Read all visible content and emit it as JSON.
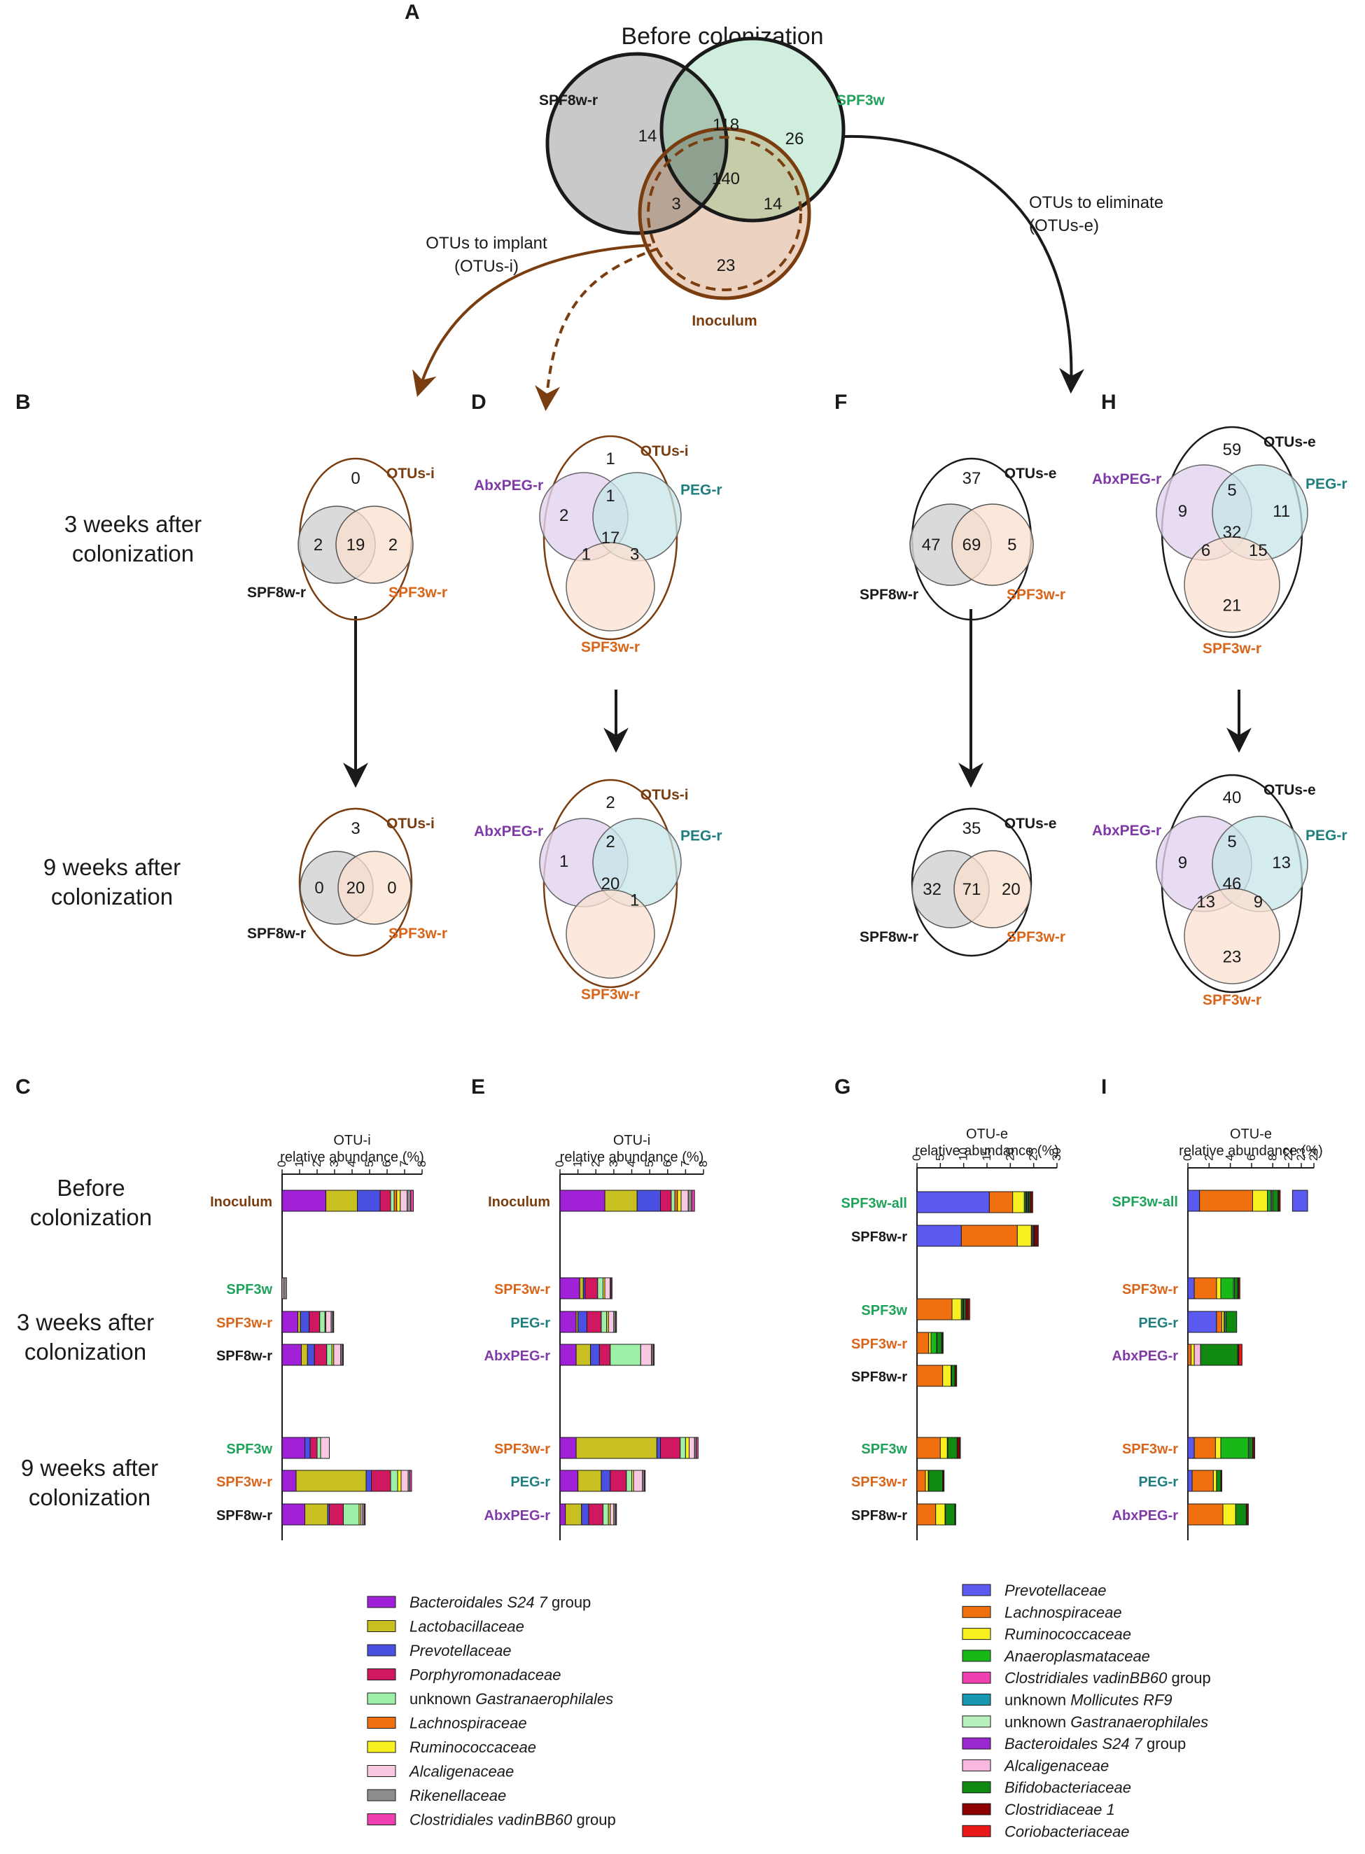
{
  "colors": {
    "black": "#1a1a1a",
    "green": "#1fa25a",
    "brown": "#7a3d10",
    "orange": "#d9651a",
    "purple": "#7f3aa8",
    "teal": "#1f7f7f",
    "gray_fill": "#c9c9c9",
    "green_fill": "#cfeedd",
    "peach_fill": "#fbe0d0",
    "lav_fill": "#e6d8ef",
    "teal_fill": "#cfe8ea"
  },
  "panel_letters": [
    "A",
    "B",
    "C",
    "D",
    "E",
    "F",
    "G",
    "H",
    "I"
  ],
  "row_labels": {
    "three_weeks": [
      "3 weeks after",
      "colonization"
    ],
    "nine_weeks": [
      "9 weeks after",
      "colonization"
    ],
    "before": [
      "Before",
      "colonization"
    ]
  },
  "panel_a": {
    "title": "Before colonization",
    "sets": {
      "spf8wr": "SPF8w-r",
      "spf3w": "SPF3w",
      "inoculum": "Inoculum"
    },
    "counts": [
      "14",
      "118",
      "26",
      "140",
      "3",
      "14",
      "23"
    ],
    "arrow_i": [
      "OTUs to implant",
      "(OTUs-i)"
    ],
    "arrow_e": [
      "OTUs to eliminate",
      "(OTUs-e)"
    ]
  },
  "venn2": {
    "b_top": {
      "outer": "OTUs-i",
      "left": "SPF8w-r",
      "right": "SPF3w-r",
      "counts": [
        "0",
        "2",
        "19",
        "2"
      ]
    },
    "b_bot": {
      "outer": "OTUs-i",
      "left": "SPF8w-r",
      "right": "SPF3w-r",
      "counts": [
        "3",
        "0",
        "20",
        "0"
      ]
    },
    "f_top": {
      "outer": "OTUs-e",
      "left": "SPF8w-r",
      "right": "SPF3w-r",
      "counts": [
        "37",
        "47",
        "69",
        "5"
      ]
    },
    "f_bot": {
      "outer": "OTUs-e",
      "left": "SPF8w-r",
      "right": "SPF3w-r",
      "counts": [
        "35",
        "32",
        "71",
        "20"
      ]
    }
  },
  "venn3": {
    "d_top": {
      "outer": "OTUs-i",
      "a": "AbxPEG-r",
      "b": "PEG-r",
      "c": "SPF3w-r",
      "counts": [
        "1",
        "2",
        "1",
        "",
        "17",
        "1",
        "3",
        ""
      ]
    },
    "d_bot": {
      "outer": "OTUs-i",
      "a": "AbxPEG-r",
      "b": "PEG-r",
      "c": "SPF3w-r",
      "counts": [
        "2",
        "1",
        "2",
        "",
        "20",
        "",
        "1",
        ""
      ]
    },
    "h_top": {
      "outer": "OTUs-e",
      "a": "AbxPEG-r",
      "b": "PEG-r",
      "c": "SPF3w-r",
      "counts": [
        "59",
        "9",
        "5",
        "11",
        "32",
        "6",
        "15",
        "21"
      ]
    },
    "h_bot": {
      "outer": "OTUs-e",
      "a": "AbxPEG-r",
      "b": "PEG-r",
      "c": "SPF3w-r",
      "counts": [
        "40",
        "9",
        "5",
        "13",
        "46",
        "13",
        "9",
        "23"
      ]
    }
  },
  "chart_data": [
    {
      "type": "bar",
      "panel": "C",
      "orientation": "horizontal",
      "stacked": true,
      "xlabel": [
        "OTU-i",
        "relative abundance (%)"
      ],
      "xlim": [
        0,
        8
      ],
      "ticks": [
        "0",
        "1",
        "2",
        "3",
        "4",
        "5",
        "6",
        "7",
        "8"
      ],
      "categories": [
        "Inoculum",
        "SPF3w",
        "SPF3w-r",
        "SPF8w-r",
        "SPF3w",
        "SPF3w-r",
        "SPF8w-r"
      ],
      "series": [
        {
          "name": "Bacteroidales S24 7 group",
          "color": "#a020d8",
          "values": [
            2.5,
            0,
            0.9,
            1.1,
            1.3,
            0.8,
            1.3
          ]
        },
        {
          "name": "Lactobacillaceae",
          "color": "#c8c020",
          "values": [
            1.8,
            0,
            0.15,
            0.35,
            0,
            4.0,
            1.3
          ]
        },
        {
          "name": "Prevotellaceae",
          "color": "#4a50e0",
          "values": [
            1.3,
            0,
            0.5,
            0.4,
            0.3,
            0.3,
            0.1
          ]
        },
        {
          "name": "Porphyromonadaceae",
          "color": "#d01860",
          "values": [
            0.6,
            0,
            0.6,
            0.7,
            0.4,
            1.1,
            0.8
          ]
        },
        {
          "name": "unknown Gastranaerophilales",
          "color": "#9ef0a8",
          "values": [
            0.2,
            0,
            0.3,
            0.3,
            0.2,
            0.4,
            0.9
          ]
        },
        {
          "name": "Lachnospiraceae",
          "color": "#f07010",
          "values": [
            0.15,
            0,
            0.05,
            0,
            0,
            0,
            0
          ]
        },
        {
          "name": "Ruminococcaceae",
          "color": "#f8f020",
          "values": [
            0.2,
            0,
            0,
            0.1,
            0,
            0.2,
            0.1
          ]
        },
        {
          "name": "Alcaligenaceae",
          "color": "#f8c8e0",
          "values": [
            0.4,
            0.1,
            0.3,
            0.4,
            0.5,
            0.4,
            0.1
          ]
        },
        {
          "name": "Rikenellaceae",
          "color": "#8c8c8c",
          "values": [
            0.2,
            0.15,
            0.1,
            0.1,
            0,
            0.1,
            0.1
          ]
        },
        {
          "name": "Clostridiales vadinBB60 group",
          "color": "#f040b0",
          "values": [
            0.15,
            0,
            0.05,
            0.05,
            0,
            0.1,
            0.05
          ]
        }
      ]
    },
    {
      "type": "bar",
      "panel": "E",
      "orientation": "horizontal",
      "stacked": true,
      "xlabel": [
        "OTU-i",
        "relative abundance (%)"
      ],
      "xlim": [
        0,
        8
      ],
      "ticks": [
        "0",
        "1",
        "2",
        "3",
        "4",
        "5",
        "6",
        "7",
        "8"
      ],
      "categories": [
        "Inoculum",
        "SPF3w-r",
        "PEG-r",
        "AbxPEG-r",
        "SPF3w-r",
        "PEG-r",
        "AbxPEG-r"
      ],
      "series": [
        {
          "name": "Bacteroidales S24 7 group",
          "values": [
            2.5,
            1.1,
            0.9,
            0.9,
            0.9,
            1.0,
            0.3
          ]
        },
        {
          "name": "Lactobacillaceae",
          "values": [
            1.8,
            0.2,
            0.1,
            0.8,
            4.5,
            1.3,
            0.9
          ]
        },
        {
          "name": "Prevotellaceae",
          "values": [
            1.3,
            0.1,
            0.5,
            0.5,
            0.2,
            0.5,
            0.4
          ]
        },
        {
          "name": "Porphyromonadaceae",
          "values": [
            0.6,
            0.7,
            0.8,
            0.6,
            1.1,
            0.9,
            0.8
          ]
        },
        {
          "name": "unknown Gastranaerophilales",
          "values": [
            0.2,
            0.3,
            0.3,
            1.7,
            0.3,
            0.3,
            0.3
          ]
        },
        {
          "name": "Lachnospiraceae",
          "values": [
            0.15,
            0,
            0,
            0,
            0,
            0,
            0
          ]
        },
        {
          "name": "Ruminococcaceae",
          "values": [
            0.2,
            0.1,
            0.1,
            0,
            0.2,
            0.1,
            0.1
          ]
        },
        {
          "name": "Alcaligenaceae",
          "values": [
            0.4,
            0.3,
            0.3,
            0.6,
            0.3,
            0.5,
            0.2
          ]
        },
        {
          "name": "Rikenellaceae",
          "values": [
            0.2,
            0.05,
            0.1,
            0.1,
            0.1,
            0.1,
            0.1
          ]
        },
        {
          "name": "Clostridiales vadinBB60 group",
          "values": [
            0.15,
            0.05,
            0.05,
            0.05,
            0.1,
            0.05,
            0.05
          ]
        }
      ]
    },
    {
      "type": "bar",
      "panel": "G",
      "orientation": "horizontal",
      "stacked": true,
      "xlabel": [
        "OTU-e",
        "relative abundance (%)"
      ],
      "xlim": [
        0,
        30
      ],
      "ticks": [
        "0",
        "5",
        "10",
        "15",
        "20",
        "25",
        "30"
      ],
      "categories": [
        "SPF3w-all",
        "SPF8w-r",
        "SPF3w",
        "SPF3w-r",
        "SPF8w-r",
        "SPF3w",
        "SPF3w-r",
        "SPF8w-r"
      ],
      "series": [
        {
          "name": "Prevotellaceae",
          "color": "#5a5af0",
          "values": [
            15.5,
            9.5,
            0,
            0,
            0,
            0,
            0,
            0
          ]
        },
        {
          "name": "Lachnospiraceae",
          "color": "#f07010",
          "values": [
            5.0,
            12.0,
            7.5,
            2.5,
            5.5,
            5.0,
            1.8,
            4.0
          ]
        },
        {
          "name": "Ruminococcaceae",
          "color": "#f8f020",
          "values": [
            2.5,
            3.0,
            2.0,
            0.5,
            1.8,
            1.5,
            0.6,
            2.0
          ]
        },
        {
          "name": "Anaeroplasmataceae",
          "color": "#18b818",
          "values": [
            0.3,
            0,
            0.3,
            1.2,
            0,
            0,
            0,
            0
          ]
        },
        {
          "name": "Clostridiales vadinBB60 group",
          "color": "#f040b0",
          "values": [
            0.1,
            0.2,
            0.1,
            0,
            0,
            0,
            0,
            0
          ]
        },
        {
          "name": "unknown Mollicutes RF9",
          "color": "#1898b0",
          "values": [
            0.1,
            0,
            0.1,
            0,
            0,
            0,
            0,
            0
          ]
        },
        {
          "name": "unknown Gastranaerophilales",
          "color": "#b8f0c0",
          "values": [
            0.2,
            0.2,
            0.2,
            0.1,
            0.1,
            0.1,
            0.1,
            0.1
          ]
        },
        {
          "name": "Bacteroidales S24 7 group",
          "color": "#9a28d0",
          "values": [
            0.1,
            0.1,
            0,
            0,
            0,
            0,
            0,
            0
          ]
        },
        {
          "name": "Alcaligenaceae",
          "color": "#f8b8e0",
          "values": [
            0.1,
            0.1,
            0,
            0,
            0,
            0,
            0,
            0
          ]
        },
        {
          "name": "Bifidobacteriaceae",
          "color": "#108a10",
          "values": [
            0.3,
            0.1,
            0.3,
            1.0,
            0.7,
            2.0,
            3.0,
            2.0
          ]
        },
        {
          "name": "Clostridiaceae 1",
          "color": "#8c0000",
          "values": [
            0.4,
            0.6,
            0.5,
            0.2,
            0.3,
            0.5,
            0.2,
            0.1
          ]
        },
        {
          "name": "Coriobacteriaceae",
          "color": "#e81818",
          "values": [
            0.2,
            0.2,
            0.3,
            0.1,
            0.1,
            0.2,
            0.1,
            0.1
          ]
        }
      ]
    },
    {
      "type": "bar",
      "panel": "I",
      "orientation": "horizontal",
      "stacked": true,
      "xlabel": [
        "OTU-e",
        "relative abundance (%)"
      ],
      "xlim": [
        0,
        24
      ],
      "axis_break": [
        9.5,
        22
      ],
      "ticks": [
        "0",
        "2",
        "4",
        "6",
        "8",
        "22",
        "23",
        "24"
      ],
      "categories": [
        "SPF3w-all",
        "SPF3w-r",
        "PEG-r",
        "AbxPEG-r",
        "SPF3w-r",
        "PEG-r",
        "AbxPEG-r"
      ],
      "series": [
        {
          "name": "Prevotellaceae",
          "values": [
            1.1,
            0.6,
            2.7,
            0,
            0.6,
            0.4,
            0
          ]
        },
        {
          "name": "Lachnospiraceae",
          "values": [
            5.0,
            2.1,
            0.5,
            0.3,
            2.0,
            2.0,
            3.3
          ]
        },
        {
          "name": "Ruminococcaceae",
          "values": [
            1.4,
            0.4,
            0.2,
            0.3,
            0.5,
            0.3,
            1.2
          ]
        },
        {
          "name": "Anaeroplasmataceae",
          "values": [
            0.3,
            1.2,
            0.1,
            0,
            2.6,
            0,
            0
          ]
        },
        {
          "name": "Clostridiales vadinBB60 group",
          "values": [
            0,
            0,
            0,
            0,
            0,
            0,
            0
          ]
        },
        {
          "name": "unknown Mollicutes RF9",
          "values": [
            0,
            0,
            0,
            0,
            0,
            0,
            0
          ]
        },
        {
          "name": "unknown Gastranaerophilales",
          "values": [
            0.1,
            0.1,
            0.1,
            0,
            0.1,
            0,
            0
          ]
        },
        {
          "name": "Bacteroidales S24 7 group",
          "values": [
            0,
            0,
            0,
            0,
            0,
            0,
            0
          ]
        },
        {
          "name": "Alcaligenaceae",
          "values": [
            0.1,
            0,
            0,
            0.6,
            0,
            0,
            0
          ]
        },
        {
          "name": "Bifidobacteriaceae",
          "values": [
            0.5,
            0.3,
            1.0,
            3.5,
            0.3,
            0.4,
            1.0
          ]
        },
        {
          "name": "Clostridiaceae 1",
          "values": [
            0.1,
            0.1,
            0,
            0.1,
            0.1,
            0.1,
            0.1
          ]
        },
        {
          "name": "Coriobacteriaceae",
          "values": [
            0.1,
            0.1,
            0,
            0.3,
            0.1,
            0,
            0.1
          ]
        }
      ],
      "break_segment": {
        "name": "Prevotellaceae",
        "from": 22.3,
        "to": 23.5,
        "row": 0
      }
    }
  ],
  "legend_left": [
    "Bacteroidales S24 7 group",
    "Lactobacillaceae",
    "Prevotellaceae",
    "Porphyromonadaceae",
    "unknown Gastranaerophilales",
    "Lachnospiraceae",
    "Ruminococcaceae",
    "Alcaligenaceae",
    "Rikenellaceae",
    "Clostridiales vadinBB60 group"
  ],
  "legend_right": [
    "Prevotellaceae",
    "Lachnospiraceae",
    "Ruminococcaceae",
    "Anaeroplasmataceae",
    "Clostridiales vadinBB60 group",
    "unknown Mollicutes RF9",
    "unknown Gastranaerophilales",
    "Bacteroidales S24 7 group",
    "Alcaligenaceae",
    "Bifidobacteriaceae",
    "Clostridiaceae 1",
    "Coriobacteriaceae"
  ]
}
